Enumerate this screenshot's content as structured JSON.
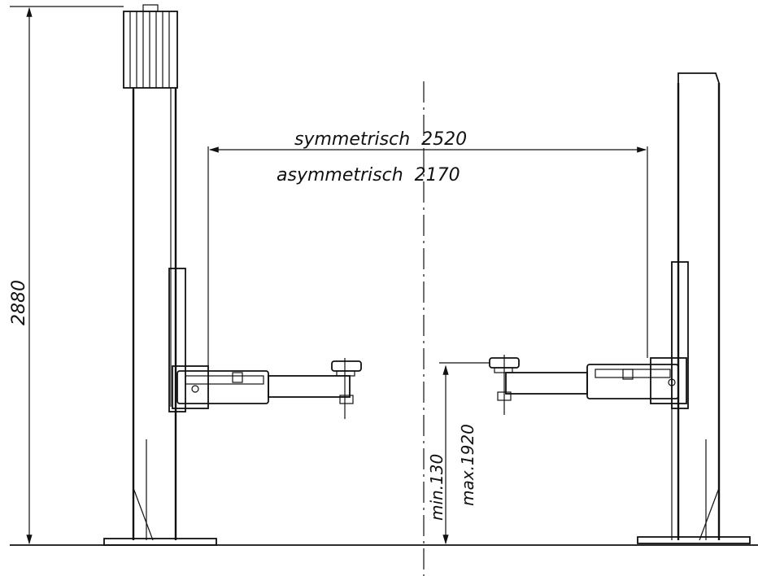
{
  "dimensions": {
    "total_height": "2880",
    "width_symmetric": "symmetrisch  2520",
    "width_asymmetric": "asymmetrisch  2170",
    "lift_min": "min.130",
    "lift_max": "max.1920"
  },
  "colors": {
    "line": "#111111",
    "background": "#ffffff"
  }
}
